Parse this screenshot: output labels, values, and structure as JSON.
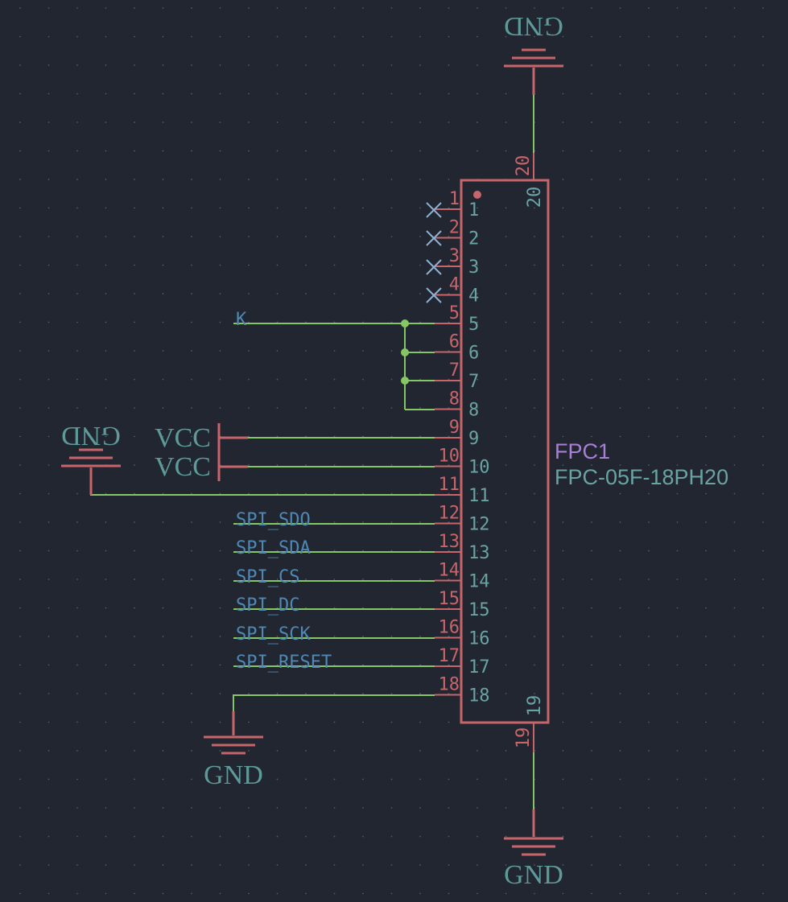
{
  "schematic": {
    "component": {
      "reference": "FPC1",
      "value": "FPC-05F-18PH20",
      "left_pins": [
        "1",
        "2",
        "3",
        "4",
        "5",
        "6",
        "7",
        "8",
        "9",
        "10",
        "11",
        "12",
        "13",
        "14",
        "15",
        "16",
        "17",
        "18"
      ],
      "top_pin": "20",
      "bottom_pin": "19"
    },
    "power": {
      "gnd": "GND",
      "vcc": "VCC"
    },
    "nets": {
      "k": "K",
      "spi_sdo": "SPI_SDO",
      "spi_sda": "SPI_SDA",
      "spi_cs": "SPI_CS",
      "spi_dc": "SPI_DC",
      "spi_sck": "SPI_SCK",
      "spi_reset": "SPI_RESET"
    },
    "colors": {
      "background": "#212631",
      "grid": "#555b66",
      "component": "#c8656b",
      "wire": "#85c765",
      "junction": "#85c765",
      "power_text": "#5e9a9a",
      "net_label": "#4f88b4",
      "pin_number": "#c8656b",
      "pin_name": "#6aa3a3",
      "reference": "#a97fd8",
      "no_connect": "#8fb1d3"
    }
  }
}
